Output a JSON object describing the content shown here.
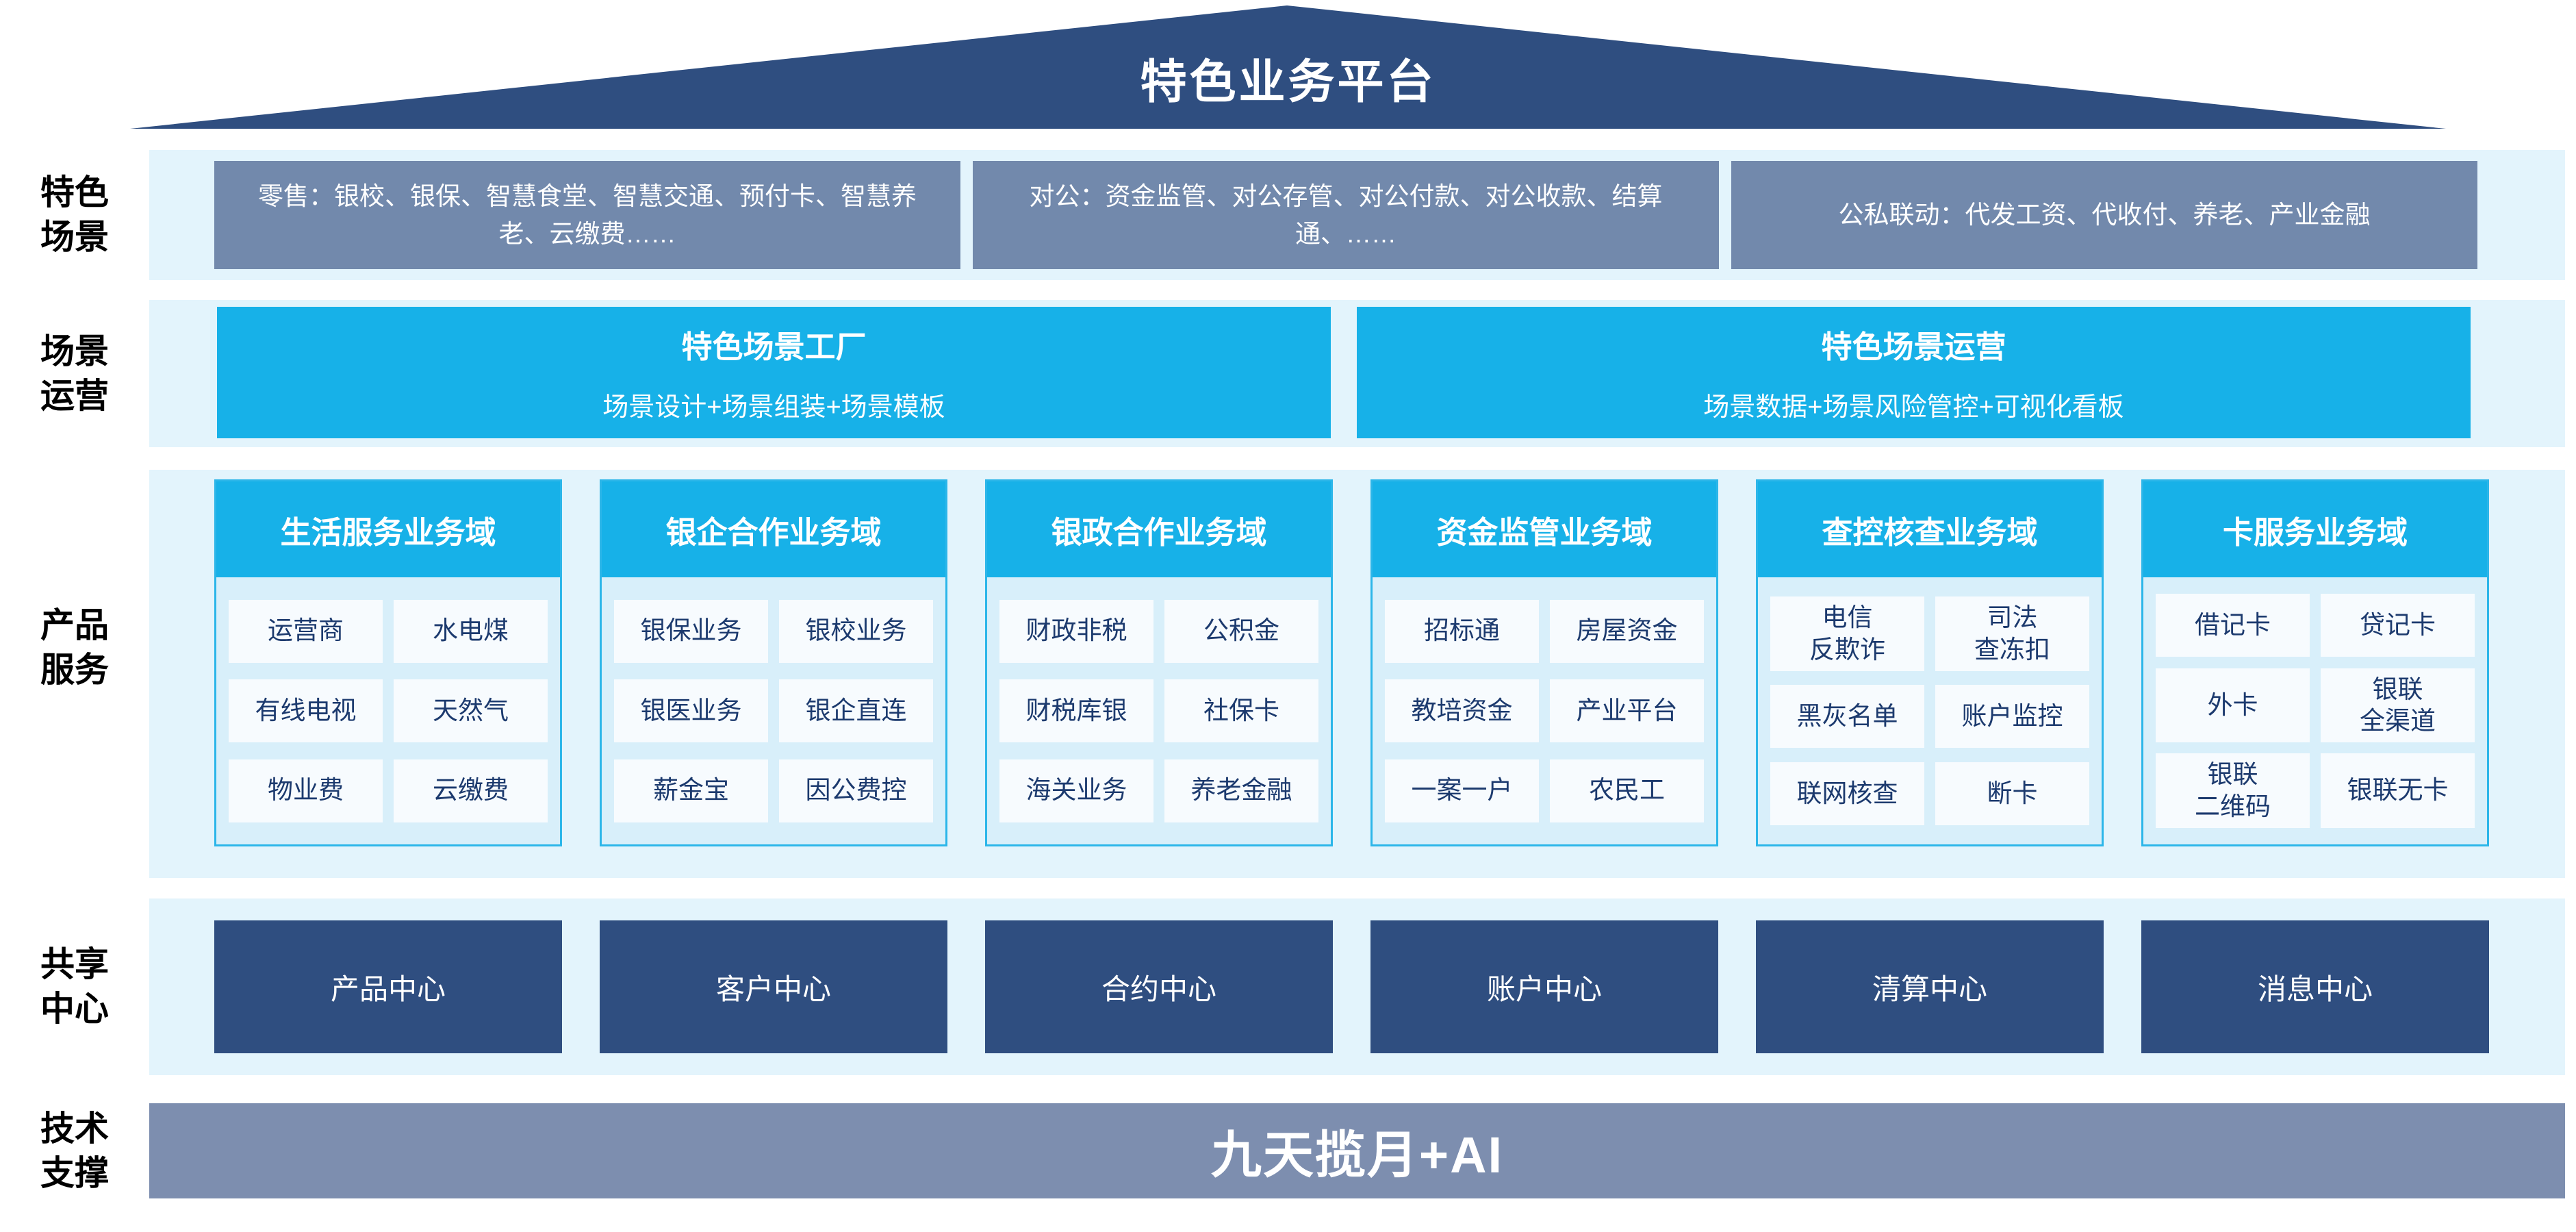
{
  "roof_title": "特色业务平台",
  "sections": {
    "scenes": {
      "label": "特色\n场景",
      "boxes": [
        "零售：银校、银保、智慧食堂、智慧交通、预付卡、智慧养老、云缴费……",
        "对公：资金监管、对公存管、对公付款、对公收款、结算通、……",
        "公私联动：代发工资、代收付、养老、产业金融"
      ]
    },
    "operations": {
      "label": "场景\n运营",
      "boxes": [
        {
          "title": "特色场景工厂",
          "subtitle": "场景设计+场景组装+场景模板"
        },
        {
          "title": "特色场景运营",
          "subtitle": "场景数据+场景风险管控+可视化看板"
        }
      ]
    },
    "products": {
      "label": "产品\n服务",
      "columns": [
        {
          "header": "生活服务业务域",
          "items": [
            "运营商",
            "水电煤",
            "有线电视",
            "天然气",
            "物业费",
            "云缴费"
          ]
        },
        {
          "header": "银企合作业务域",
          "items": [
            "银保业务",
            "银校业务",
            "银医业务",
            "银企直连",
            "薪金宝",
            "因公费控"
          ]
        },
        {
          "header": "银政合作业务域",
          "items": [
            "财政非税",
            "公积金",
            "财税库银",
            "社保卡",
            "海关业务",
            "养老金融"
          ]
        },
        {
          "header": "资金监管业务域",
          "items": [
            "招标通",
            "房屋资金",
            "教培资金",
            "产业平台",
            "一案一户",
            "农民工"
          ]
        },
        {
          "header": "查控核查业务域",
          "items": [
            "电信\n反欺诈",
            "司法\n查冻扣",
            "黑灰名单",
            "账户监控",
            "联网核查",
            "断卡"
          ]
        },
        {
          "header": "卡服务业务域",
          "items": [
            "借记卡",
            "贷记卡",
            "外卡",
            "银联\n全渠道",
            "银联\n二维码",
            "银联无卡"
          ]
        }
      ]
    },
    "shared": {
      "label": "共享\n中心",
      "centers": [
        "产品中心",
        "客户中心",
        "合约中心",
        "账户中心",
        "清算中心",
        "消息中心"
      ]
    },
    "tech": {
      "label": "技术\n支撑",
      "bar_text": "九天揽月+AI"
    }
  },
  "colors": {
    "roof_navy": "#2F4E80",
    "scene_box_gray_blue": "#7289AC",
    "accent_cyan": "#17B1E8",
    "band_light_blue": "#E3F4FC",
    "card_body_blue": "#D8EFFA",
    "card_border_cyan": "#2CB6E9",
    "cell_white": "#F7FBFE",
    "item_text_navy": "#1C3A6E",
    "center_box_navy": "#2F4E80",
    "tech_bar_gray_blue": "#7D8EAF"
  }
}
